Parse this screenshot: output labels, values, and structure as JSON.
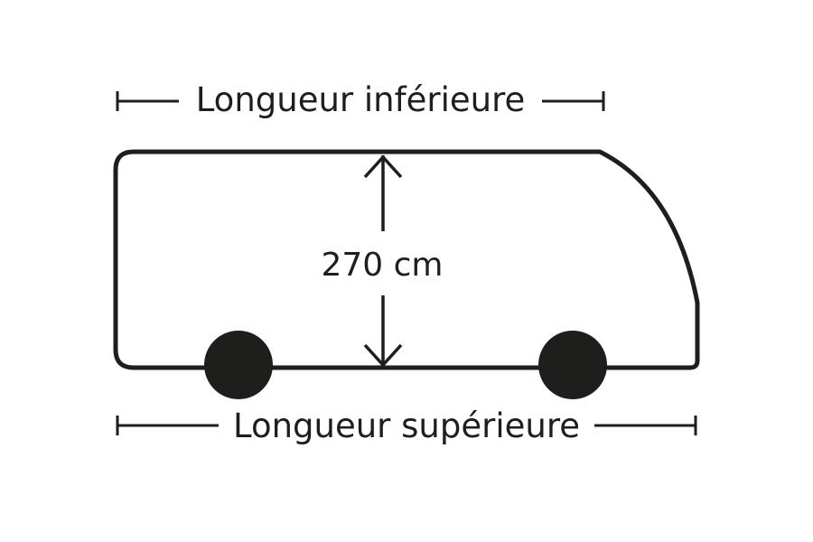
{
  "labels": {
    "top_length": "Longueur inférieure",
    "bottom_length": "Longueur supérieure",
    "height": "270 cm"
  },
  "colors": {
    "ink": "#1e1e1c",
    "background": "#ffffff"
  }
}
